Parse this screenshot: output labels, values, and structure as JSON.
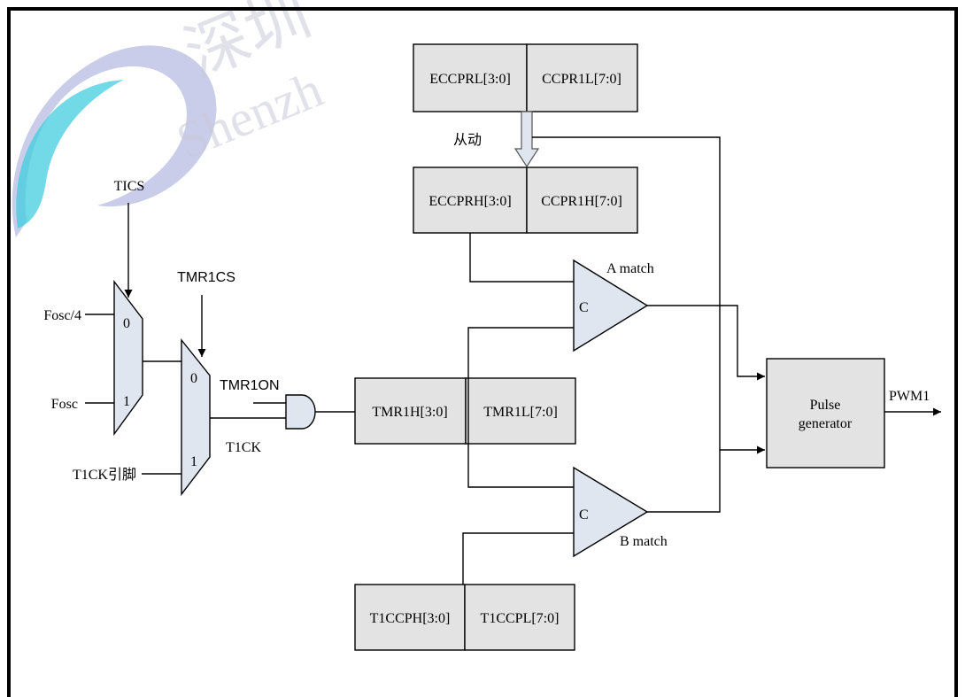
{
  "watermark": {
    "cn": "深圳",
    "en": "Shenzh"
  },
  "labels": {
    "tics": "TICS",
    "tmr1cs": "TMR1CS",
    "tmr1on": "TMR1ON",
    "t1ck": "T1CK",
    "fosc4": "Fosc/4",
    "fosc": "Fosc",
    "t1ck_pin": "T1CK引脚",
    "mux1_in0": "0",
    "mux1_in1": "1",
    "mux2_in0": "0",
    "mux2_in1": "1",
    "slave": "从动",
    "a_match": "A match",
    "b_match": "B match",
    "cmp_a": "C",
    "cmp_b": "C",
    "pulse_line1": "Pulse",
    "pulse_line2": "generator",
    "pwm1": "PWM1"
  },
  "registers": {
    "eccprl": "ECCPRL[3:0]",
    "ccpr1l": "CCPR1L[7:0]",
    "eccprh": "ECCPRH[3:0]",
    "ccpr1h": "CCPR1H[7:0]",
    "tmr1h": "TMR1H[3:0]",
    "tmr1l": "TMR1L[7:0]",
    "t1ccph": "T1CCPH[3:0]",
    "t1ccpl": "T1CCPL[7:0]"
  },
  "colors": {
    "register_fill": "#e3e3e3",
    "component_fill": "#dfe6f0",
    "watermark_blue": "#1a2aa0",
    "watermark_cyan": "#21c6d8"
  }
}
